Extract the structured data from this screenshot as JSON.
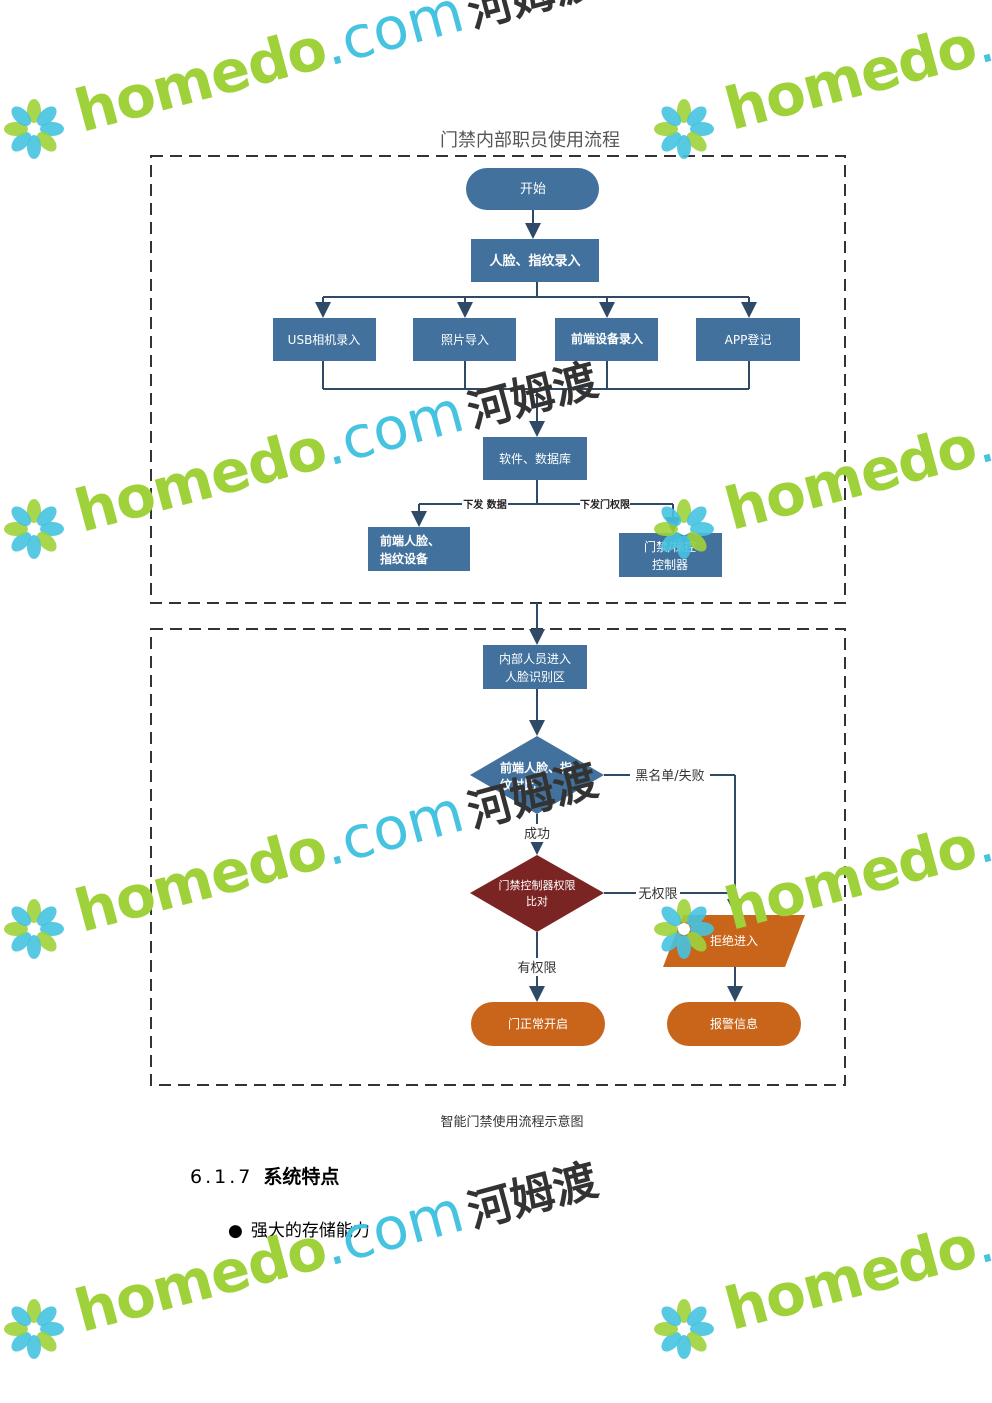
{
  "watermark": {
    "brand": "homedo",
    "domain": ".com",
    "cn": "河姆渡"
  },
  "flowchart": {
    "title": "门禁内部职员使用流程",
    "start": "开始",
    "enroll": "人脸、指纹录入",
    "methods": [
      "USB相机录入",
      "照片导入",
      "前端设备录入",
      "APP登记"
    ],
    "software": "软件、数据库",
    "edge_send_data": "下发 数据",
    "edge_send_perm": "下发门权限",
    "front_device": [
      "前端人脸、",
      "指纹设备"
    ],
    "controller": [
      "门禁/梯控",
      "控制器"
    ],
    "enter_zone": [
      "内部人员进入",
      "人脸识别区"
    ],
    "compare": [
      "前端人脸、指",
      "纹对比"
    ],
    "edge_blacklist": "黑名单/失败",
    "edge_success": "成功",
    "perm_check": [
      "门禁控制器权限",
      "比对"
    ],
    "edge_no_perm": "无权限",
    "edge_has_perm": "有权限",
    "reject": "拒绝进入",
    "door_open": "门正常开启",
    "alarm": "报警信息",
    "colors": {
      "blue": "#41719c",
      "darkred": "#7b2424",
      "orange": "#c8651b"
    }
  },
  "caption": "智能门禁使用流程示意图",
  "section": {
    "number": "6.1.7",
    "title": "系统特点"
  },
  "bullets": [
    "强大的存储能力"
  ]
}
